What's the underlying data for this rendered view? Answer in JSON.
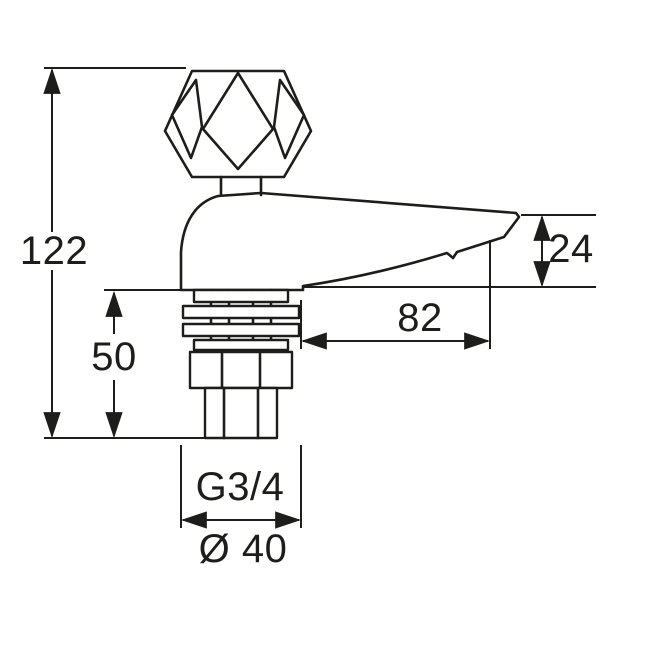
{
  "drawing": {
    "type": "technical-dimension-drawing",
    "subject": "pillar tap (faucet) with crystal handle, front elevation",
    "colors": {
      "line": "#1d1d1b",
      "background": "#ffffff"
    },
    "dimensions": {
      "total_height": "122",
      "shank_height": "50",
      "spout_end_height": "24",
      "spout_reach": "82",
      "thread_size": "G3/4",
      "base_diameter": "Ø 40"
    }
  }
}
